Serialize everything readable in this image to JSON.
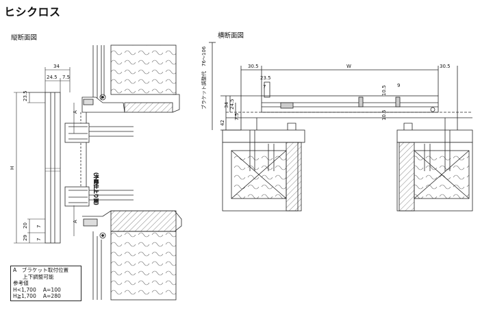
{
  "title": "ヒシクロス",
  "vertical_section": {
    "label": "縦断面図",
    "dims": {
      "d34": "34",
      "d24_5": "24.5",
      "d7_5": "7.5",
      "d23_5": "23.5",
      "H": "H",
      "d20": "20",
      "d29": "29",
      "d7a": "7",
      "d7b": "7",
      "A1": "A",
      "A2": "A"
    },
    "note_vertical": "(外壁仕上り面)"
  },
  "horizontal_section": {
    "label": "横断面図",
    "dims": {
      "d30_5_left": "30.5",
      "W": "W",
      "d30_5_right": "30.5",
      "d23_5": "23.5",
      "d7": "7",
      "d10_5_top": "10.5",
      "d9": "9",
      "d34": "34",
      "d24_5": "24.5",
      "d7_5": "7.5",
      "d42": "42",
      "d10_5_bot": "10.5"
    },
    "bracket_label": "ブラケット調整代　76～106"
  },
  "note": {
    "line1": "A　ブラケット取付位置",
    "line2": "上下調整可能",
    "line3": "参考値",
    "line4": "H<1,700　 A=100",
    "line5": "H≧1,700　 A=280"
  }
}
